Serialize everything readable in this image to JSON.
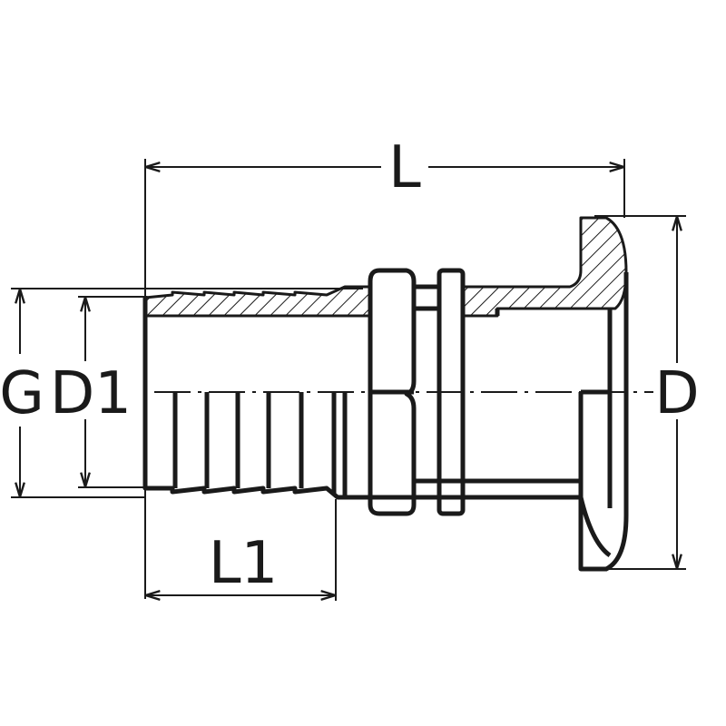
{
  "labels": {
    "length": "L",
    "hose_length": "L1",
    "thread": "G",
    "hose_diameter": "D1",
    "flange_diameter": "D"
  },
  "colors": {
    "line": "#1a1a1a",
    "background": "#ffffff"
  }
}
